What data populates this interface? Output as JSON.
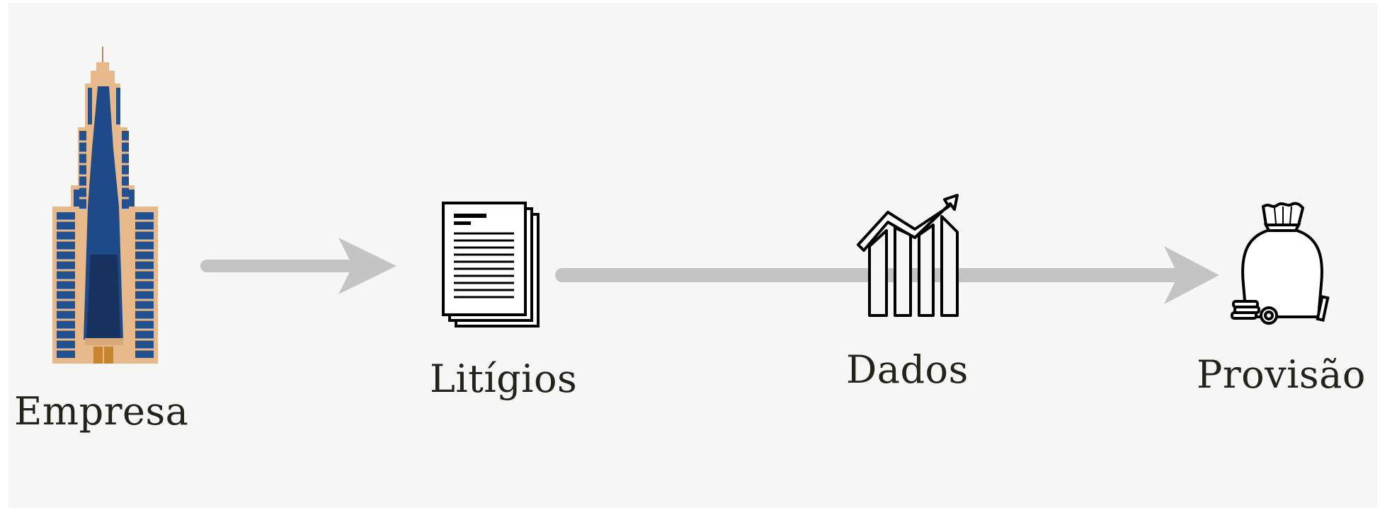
{
  "diagram": {
    "nodes": [
      {
        "id": "empresa",
        "label": "Empresa",
        "icon": "skyscraper-icon"
      },
      {
        "id": "litigios",
        "label": "Litígios",
        "icon": "documents-icon"
      },
      {
        "id": "dados",
        "label": "Dados",
        "icon": "growth-chart-icon"
      },
      {
        "id": "provisao",
        "label": "Provisão",
        "icon": "money-bag-icon"
      }
    ],
    "edges": [
      {
        "from": "empresa",
        "to": "litigios"
      },
      {
        "from": "litigios",
        "to": "provisao"
      }
    ]
  },
  "colors": {
    "background": "#f6f6f6",
    "arrow": "#c4c4c4",
    "label": "#23231a",
    "building_tan": "#e8b98a",
    "building_blue": "#1f4a8a"
  }
}
